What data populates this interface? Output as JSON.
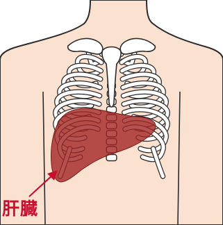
{
  "label": "肝臓",
  "colors": {
    "skin": "#fbe1d0",
    "outline": "#2b2b2b",
    "liver": "#a22523",
    "liver_opacity": 0.8,
    "accent": "#c8102e"
  },
  "icons": {
    "arrow": "arrow-up-right",
    "torso": "torso-outline",
    "ribcage": "ribcage",
    "liver": "liver"
  }
}
